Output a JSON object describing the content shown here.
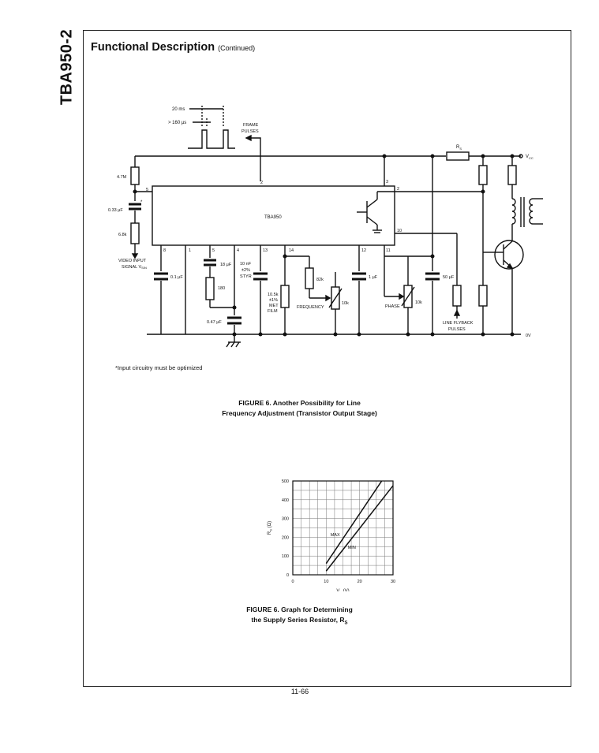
{
  "doc": {
    "side_title": "TBA950-2",
    "heading": "Functional Description",
    "heading_cont": "(Continued)",
    "footnote": "*Input circuitry must be optimized",
    "fig1_caption_l1": "FIGURE 6. Another Possibility for Line",
    "fig1_caption_l2": "Frequency Adjustment (Transistor Output Stage)",
    "fig2_caption_l1": "FIGURE 6. Graph for Determining",
    "fig2_caption_l2": "the Supply Series Resistor, R",
    "fig2_caption_sub": "S",
    "page_number": "11-66"
  },
  "schematic": {
    "ic_label": "TBA950",
    "t20ms": "20 ms",
    "t160us": "> 160 μs",
    "frame_l1": "FRAME",
    "frame_l2": "PULSES",
    "rs": "R",
    "rs_sub": "S",
    "vcc": "V",
    "vcc_sub": "CC",
    "ov": "0V",
    "r47m": "4.7M",
    "c033": "0.33 μF",
    "r68k": "6.8k",
    "video_l1": "VIDEO INPUT",
    "video_l2": "SIGNAL V",
    "video_sub": "SIN",
    "c01": "0.1 μF",
    "c18": "18 μF",
    "r180": "180",
    "c047": "0.47 μF",
    "c10n_l1": "10 nF",
    "c10n_l2": "±2%",
    "c10n_l3": "STYR",
    "r105_l1": "10.5k",
    "r105_l2": "±1%",
    "r105_l3": "MET",
    "r105_l4": "FILM",
    "r82k": "82k",
    "freq": "FREQUENCY",
    "r10k_a": "10k",
    "c1uf": "1 μF",
    "phase": "PHASE",
    "r10k_b": "10k",
    "c50": "50 μF",
    "fly_l1": "LINE FLYBACK",
    "fly_l2": "PULSES",
    "pins": [
      "5",
      "2",
      "3",
      "2",
      "8",
      "1",
      "5",
      "4",
      "13",
      "14",
      "12",
      "11",
      "10"
    ]
  },
  "chart_data": {
    "type": "line",
    "xlabel": "V",
    "xlabel_sub": "B",
    "xlabel_unit": "(V)",
    "ylabel": "R",
    "ylabel_sub": "S",
    "ylabel_unit": "(Ω)",
    "xlim": [
      0,
      30
    ],
    "ylim": [
      0,
      500
    ],
    "xticks": [
      "0",
      "10",
      "20",
      "30"
    ],
    "xtick_values": [
      0,
      10,
      20,
      30
    ],
    "yticks": [
      "0",
      "100",
      "200",
      "300",
      "400",
      "500"
    ],
    "ytick_values": [
      0,
      100,
      200,
      300,
      400,
      500
    ],
    "grid": true,
    "series": [
      {
        "name": "MAX",
        "x": [
          10,
          30
        ],
        "y": [
          60,
          590
        ]
      },
      {
        "name": "MIN",
        "x": [
          10,
          30
        ],
        "y": [
          20,
          475
        ]
      }
    ]
  }
}
